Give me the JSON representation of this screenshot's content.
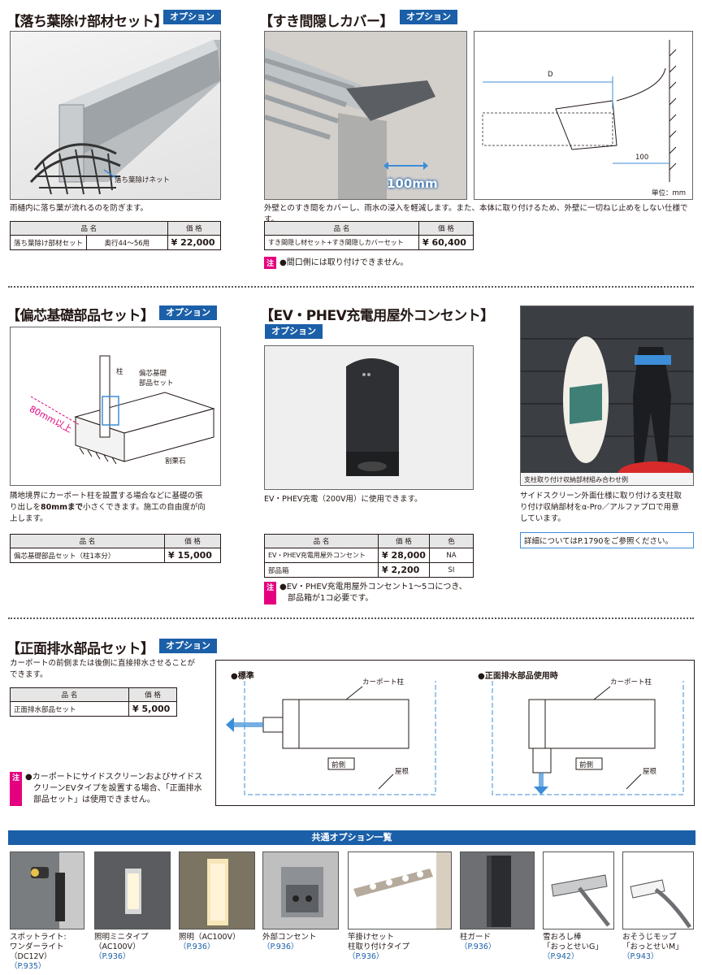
{
  "leaf": {
    "title": "【落ち葉除け部材セット】",
    "badge": "オプション",
    "net_label": "落ち葉除けネット",
    "desc": "雨樋内に落ち葉が流れるのを防ぎます。",
    "th_name": "品 名",
    "th_price": "価 格",
    "row_name": "落ち葉除け部材セット",
    "row_spec": "奥行44～56用",
    "row_price": "¥ 22,000"
  },
  "gap": {
    "title": "【すき間隠しカバー】",
    "badge": "オプション",
    "size_label": "100mm",
    "diagram_d": "D",
    "diagram_100": "100",
    "unit": "単位：mm",
    "desc": "外壁とのすき間をカバーし、雨水の浸入を軽減します。また、本体に取り付けるため、外壁に一切ねじ止めをしない仕様です。",
    "th_name": "品 名",
    "th_price": "価 格",
    "row_name": "すき間隠し材セット+すき間隠しカバーセット",
    "row_price": "¥ 60,400",
    "note_mark": "注",
    "note": "●間口側には取り付けできません。"
  },
  "offset": {
    "title": "【偏芯基礎部品セット】",
    "badge": "オプション",
    "label_pillar": "柱",
    "label_part1": "偏芯基礎",
    "label_part2": "部品セット",
    "label_80": "80mm以上",
    "label_stone": "割栗石",
    "desc1": "隣地境界にカーポート柱を設置する場合などに基礎の張",
    "desc2a": "り出しを",
    "desc2b": "80mmまで",
    "desc2c": "小さくできます。施工の自由度が向",
    "desc3": "上します。",
    "th_name": "品 名",
    "th_price": "価 格",
    "row_name": "偏芯基礎部品セット（柱1本分）",
    "row_price": "¥ 15,000"
  },
  "ev": {
    "title": "【EV・PHEV充電用屋外コンセント】",
    "badge": "オプション",
    "desc": "EV・PHEV充電（200V用）に使用できます。",
    "th_name": "品 名",
    "th_price": "価 格",
    "th_color": "色",
    "rows": [
      {
        "name": "EV・PHEV充電用屋外コンセント",
        "price": "¥ 28,000",
        "color": "NA"
      },
      {
        "name": "部品箱",
        "price": "¥ 2,200",
        "color": "SI"
      }
    ],
    "note_mark": "注",
    "note1": "●EV・PHEV充電用屋外コンセント1～5コにつき、",
    "note2": "部品箱が1コ必要です。"
  },
  "side": {
    "caption": "支柱取り付け収納部材組み合わせ例",
    "desc1": "サイドスクリーン外面仕様に取り付ける支柱取",
    "desc2": "り付け収納部材をα-Pro／アルファプロで用意",
    "desc3": "しています。",
    "detail": "詳細についてはP.1790をご参照ください。"
  },
  "drain": {
    "title": "【正面排水部品セット】",
    "badge": "オプション",
    "desc1": "カーポートの前側または後側に直接排水させることが",
    "desc2": "できます。",
    "th_name": "品 名",
    "th_price": "価 格",
    "row_name": "正面排水部品セット",
    "row_price": "¥ 5,000",
    "note_mark": "注",
    "note1": "●カーポートにサイドスクリーンおよびサイドス",
    "note2": "クリーンEVタイプを設置する場合、「正面排水",
    "note3": "部品セット」は使用できません。",
    "std_title": "●標準",
    "use_title": "●正面排水部品使用時",
    "pillar_label": "カーポート柱",
    "front_label": "前側",
    "roof_label": "屋根"
  },
  "common": {
    "bar": "共通オプション一覧",
    "items": [
      {
        "l1": "スポットライト:",
        "l2": "ワンダーライト",
        "l3": "（DC12V）",
        "ref": "（P.935）"
      },
      {
        "l1": "照明ミニタイプ",
        "l2": "（AC100V）",
        "l3": "",
        "ref": "（P.936）"
      },
      {
        "l1": "照明（AC100V）",
        "l2": "",
        "l3": "",
        "ref": "（P.936）"
      },
      {
        "l1": "外部コンセント",
        "l2": "",
        "l3": "",
        "ref": "（P.936）"
      },
      {
        "l1": "竿掛けセット",
        "l2": "柱取り付けタイプ",
        "l3": "",
        "ref": "（P.936）"
      },
      {
        "l1": "柱ガード",
        "l2": "",
        "l3": "",
        "ref": "（P.936）"
      },
      {
        "l1": "雪おろし棒",
        "l2": "「おっとせいG」",
        "l3": "",
        "ref": "（P.942）"
      },
      {
        "l1": "おそうじモップ",
        "l2": "「おっとせいM」",
        "l3": "",
        "ref": "（P.943）"
      }
    ]
  },
  "colors": {
    "accent": "#1a5fa8",
    "note": "#e4007f",
    "diagram_blue": "#3c8ed8"
  }
}
